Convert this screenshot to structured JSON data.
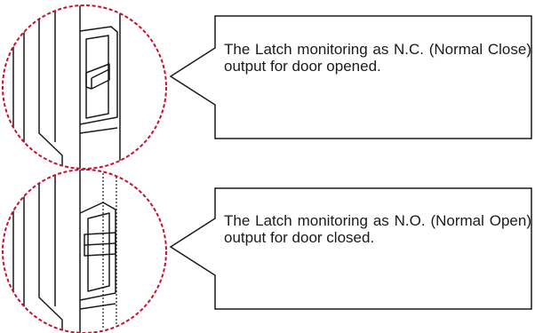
{
  "callouts": [
    {
      "text": "The Latch monitoring as N.C. (Normal Close) output for door opened."
    },
    {
      "text": "The Latch monitoring as N.O. (Normal Open) output for door closed."
    }
  ],
  "colors": {
    "outline": "#1a1a1a",
    "detail_circle": "#c8102e"
  },
  "icons": [
    "latch-open-detail",
    "latch-closed-detail"
  ]
}
